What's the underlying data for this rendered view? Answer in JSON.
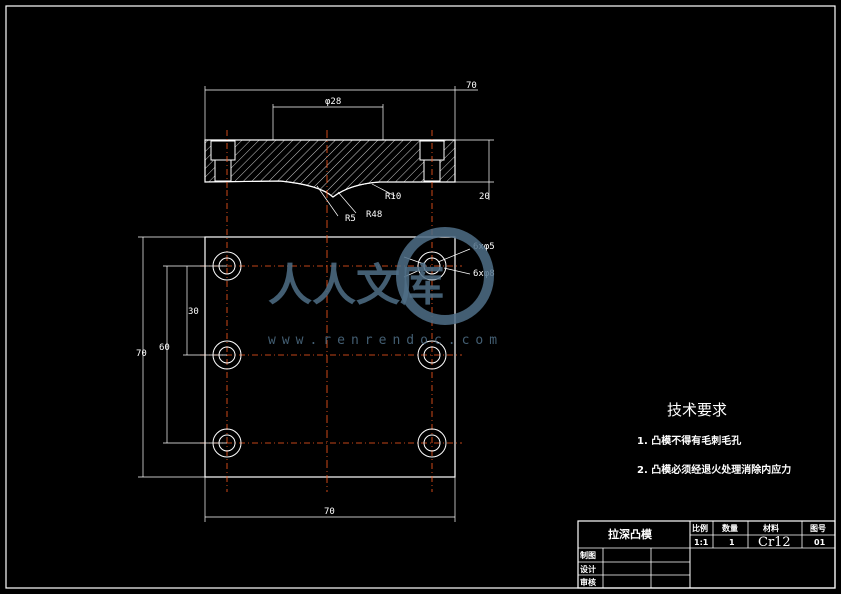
{
  "drawing": {
    "section_view": {
      "dim_total_width": "70",
      "dim_center_diameter": "φ28",
      "dim_height": "20",
      "dim_radius_r10": "R10",
      "dim_radius_r48": "R48",
      "dim_radius_r5": "R5"
    },
    "plan_view": {
      "dim_hole_small": "6xφ5",
      "dim_hole_large": "6xφ8",
      "dim_pitch_30": "30",
      "dim_pitch_60": "60",
      "dim_height_70": "70",
      "dim_width_70": "70"
    }
  },
  "technical_requirements": {
    "title": "技术要求",
    "items": [
      "1. 凸模不得有毛刺毛孔",
      "2. 凸模必须经退火处理消除内应力"
    ]
  },
  "title_block": {
    "part_name": "拉深凸模",
    "headers": {
      "scale": "比例",
      "quantity": "数量",
      "material": "材料",
      "drawing_no": "图号"
    },
    "values": {
      "scale": "1:1",
      "quantity": "1",
      "material": "Cr12",
      "drawing_no": "01"
    },
    "roles": {
      "drafted": "制图",
      "designed": "设计",
      "reviewed": "审核"
    }
  },
  "watermark": {
    "text": "人人文库",
    "url": "www.renrendoc.com"
  },
  "colors": {
    "background": "#000000",
    "lines": "#ffffff",
    "centerlines": "#ff5a1f",
    "watermark": "#4f6f87"
  }
}
